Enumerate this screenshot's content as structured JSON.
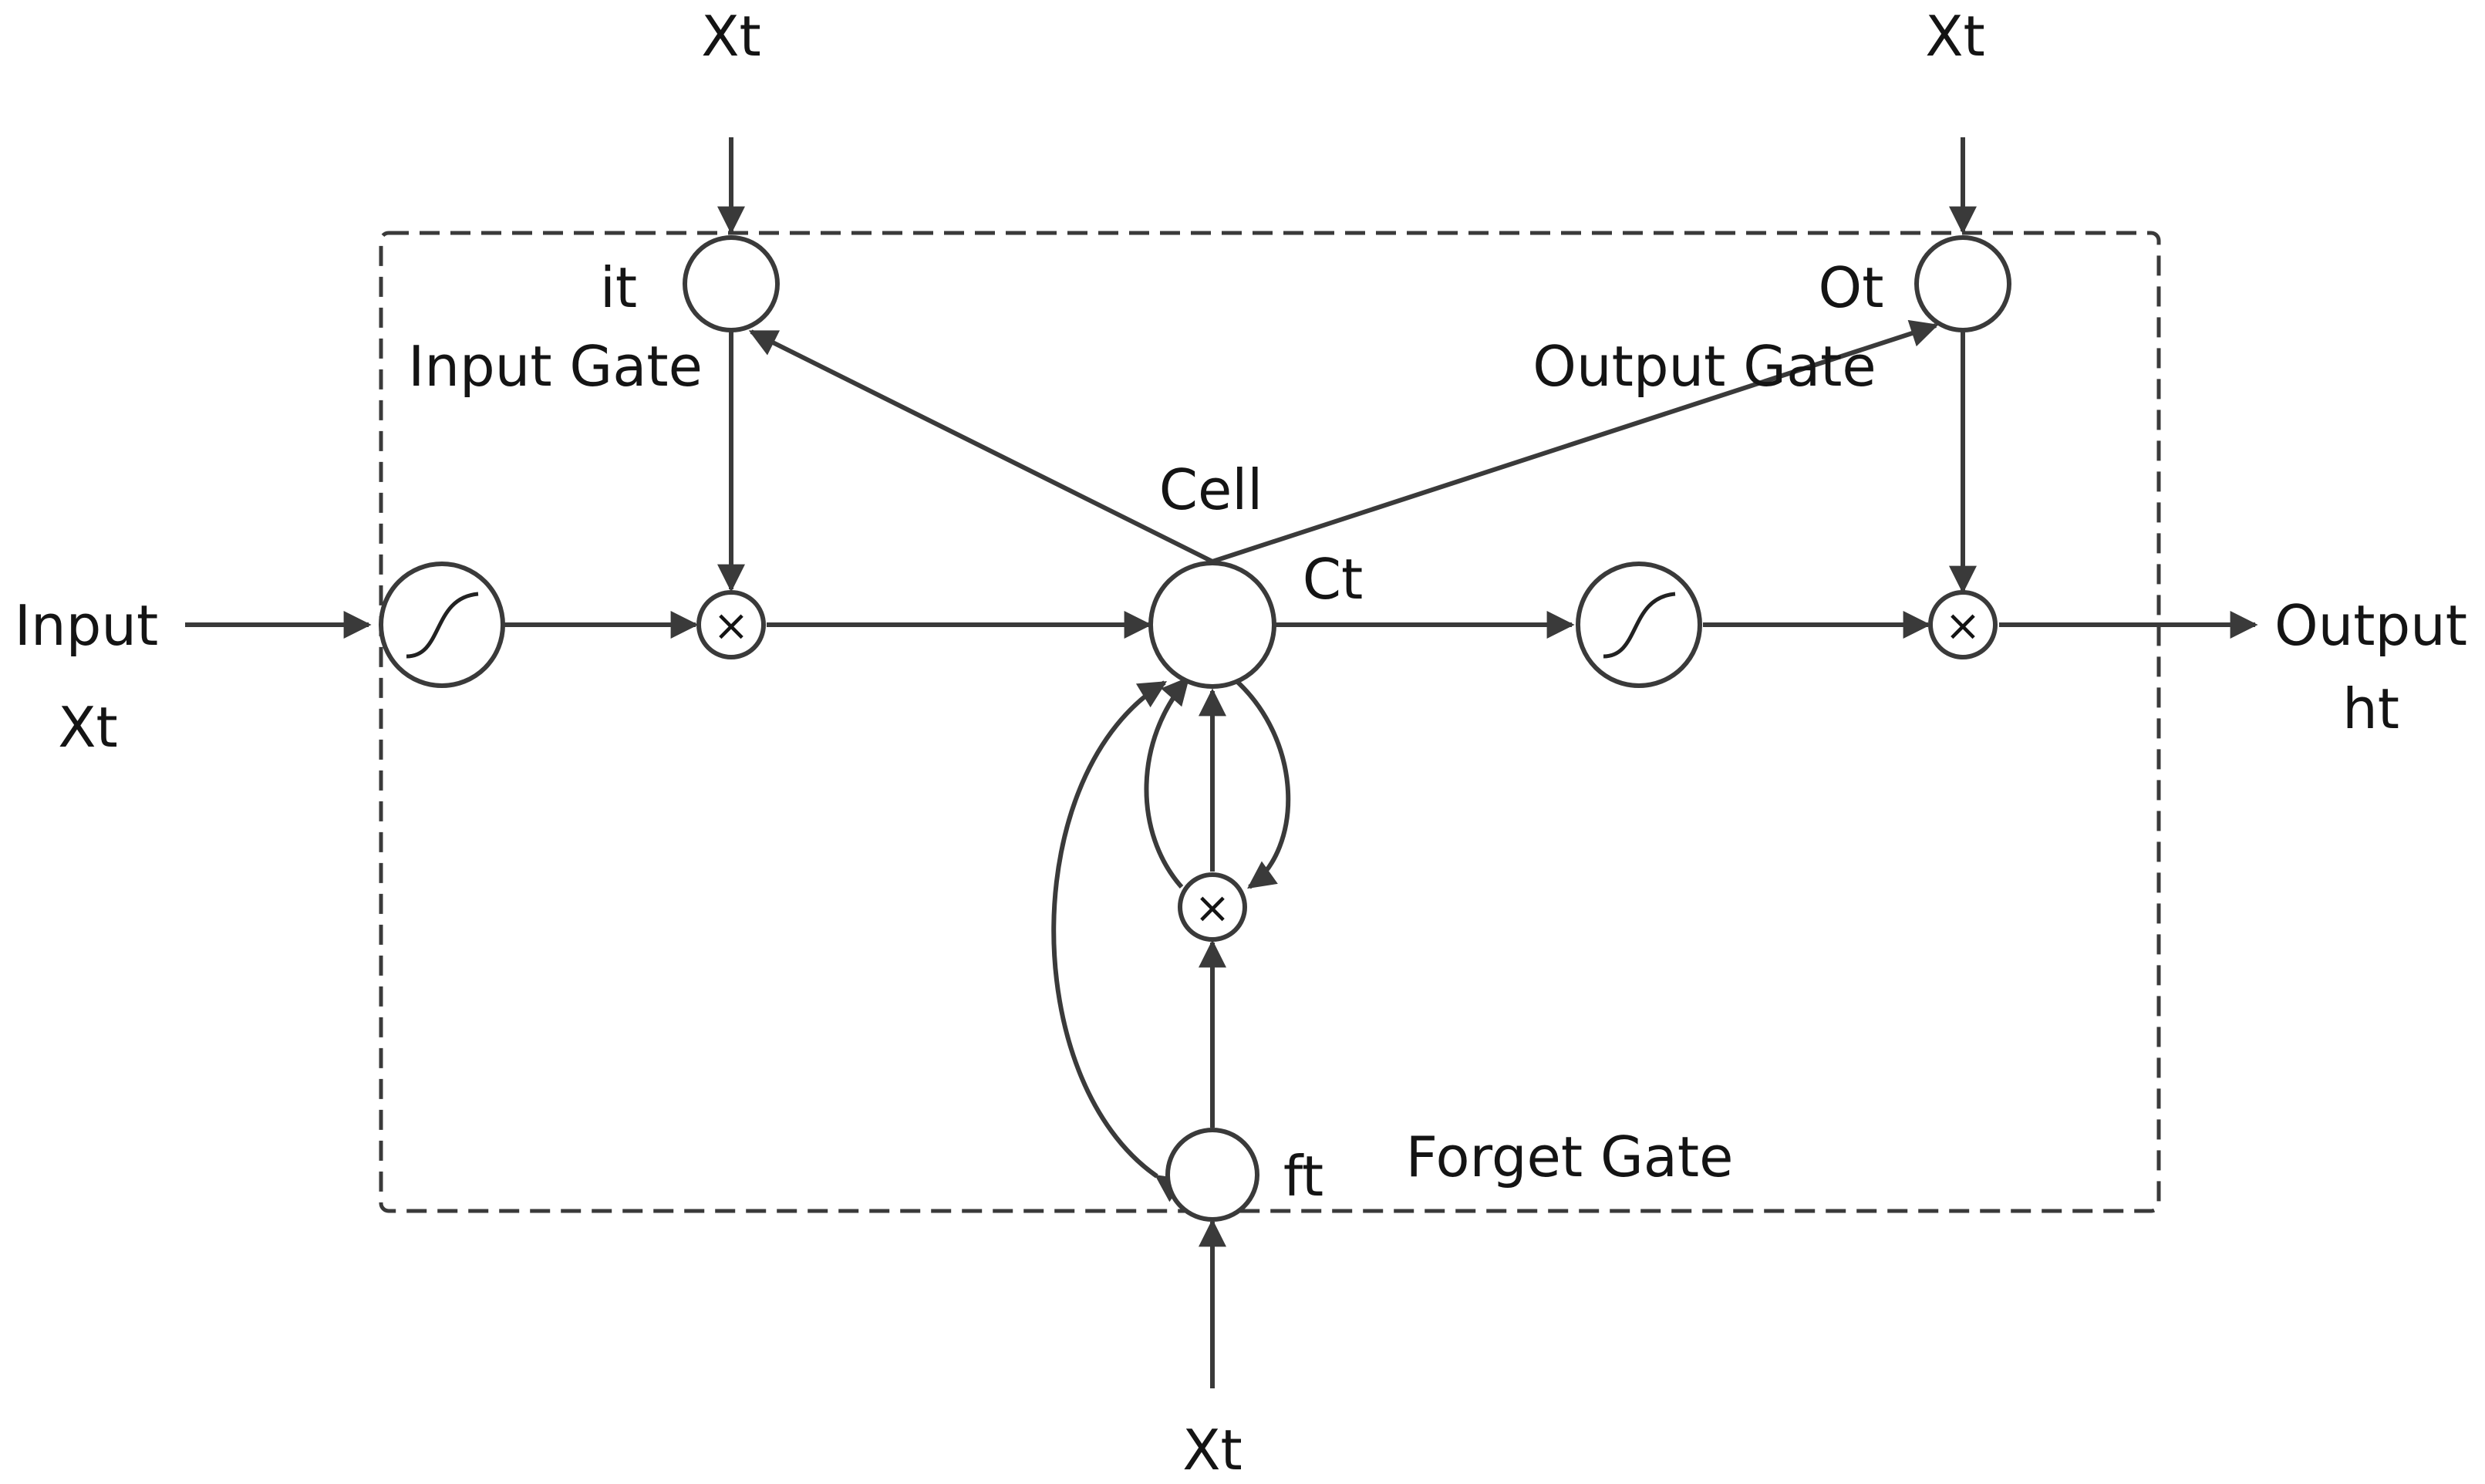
{
  "labels": {
    "xt_top_left": "Xt",
    "xt_top_right": "Xt",
    "xt_bottom": "Xt",
    "it": "it",
    "input_gate": "Input Gate",
    "ot": "Ot",
    "output_gate": "Output Gate",
    "cell": "Cell",
    "ct": "Ct",
    "input": "Input",
    "input_xt": "Xt",
    "output": "Output",
    "output_ht": "ht",
    "ft": "ft",
    "forget_gate": "Forget Gate"
  },
  "multiply_symbol": "×",
  "colors": {
    "stroke": "#3a3a3a",
    "text": "#141414",
    "background": "#ffffff"
  }
}
